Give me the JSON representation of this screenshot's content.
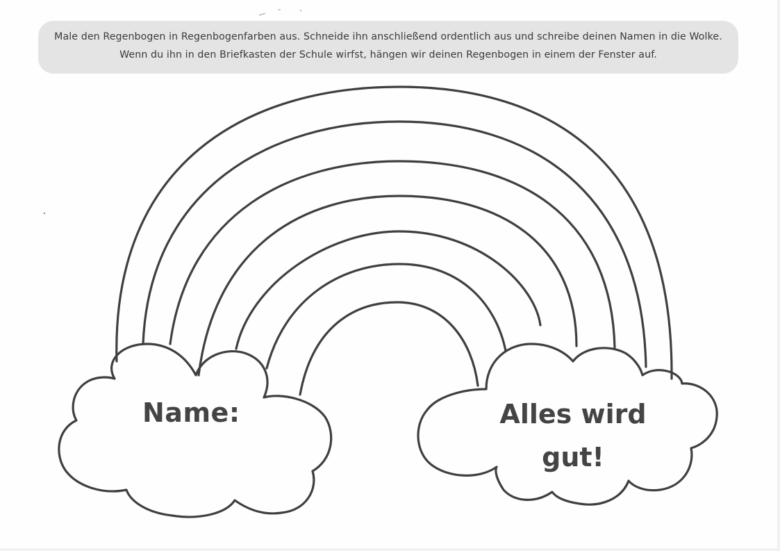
{
  "instructions": {
    "line1": "Male den Regenbogen in Regenbogenfarben aus. Schneide ihn anschließend ordentlich aus und schreibe deinen Namen in die Wolke.",
    "line2": "Wenn du ihn in den Briefkasten der Schule wirfst, hängen wir deinen Regenbogen in einem der Fenster auf."
  },
  "left_cloud": {
    "label": "Name:"
  },
  "right_cloud": {
    "line1": "Alles wird",
    "line2": "gut!"
  },
  "colors": {
    "outline": "#3f3f3f",
    "instruction_background": "#e4e4e4",
    "text": "#444444"
  },
  "icons": {
    "rainbow": "rainbow-outline",
    "cloud": "cloud-outline"
  }
}
